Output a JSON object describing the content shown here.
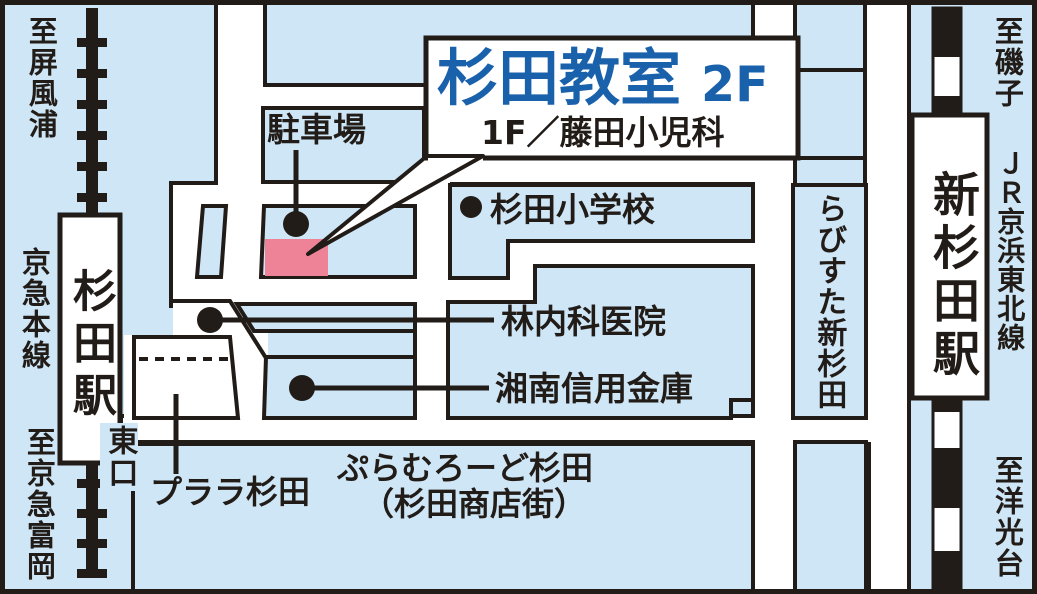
{
  "colors": {
    "background": "#cfe6f6",
    "road": "#ffffff",
    "ink": "#221c18",
    "highlight_pink": "#ee8296",
    "title_blue": "#1a61ac",
    "label_bg": "#cfe6f6"
  },
  "title": {
    "name": "杉田教室",
    "floor": "2F",
    "first_floor": "1F／藤田小児科"
  },
  "stations": {
    "keikyu": {
      "name": "杉田駅",
      "line": "京急本線"
    },
    "jr": {
      "name": "新杉田駅",
      "line": "ＪＲ京浜東北線"
    }
  },
  "directions": {
    "north_west": "至屏風浦",
    "north_east": "至磯子",
    "south_west": "至京急富岡",
    "south_east": "至洋光台"
  },
  "landmarks": {
    "parking": "駐車場",
    "school": "杉田小学校",
    "clinic": "林内科医院",
    "bank": "湘南信用金庫",
    "lavista": "らびすた新杉田",
    "purara": "プララ杉田",
    "east_exit": "東口",
    "shopping_street": "ぷらむろーど杉田",
    "shopping_street_sub": "（杉田商店街）"
  }
}
